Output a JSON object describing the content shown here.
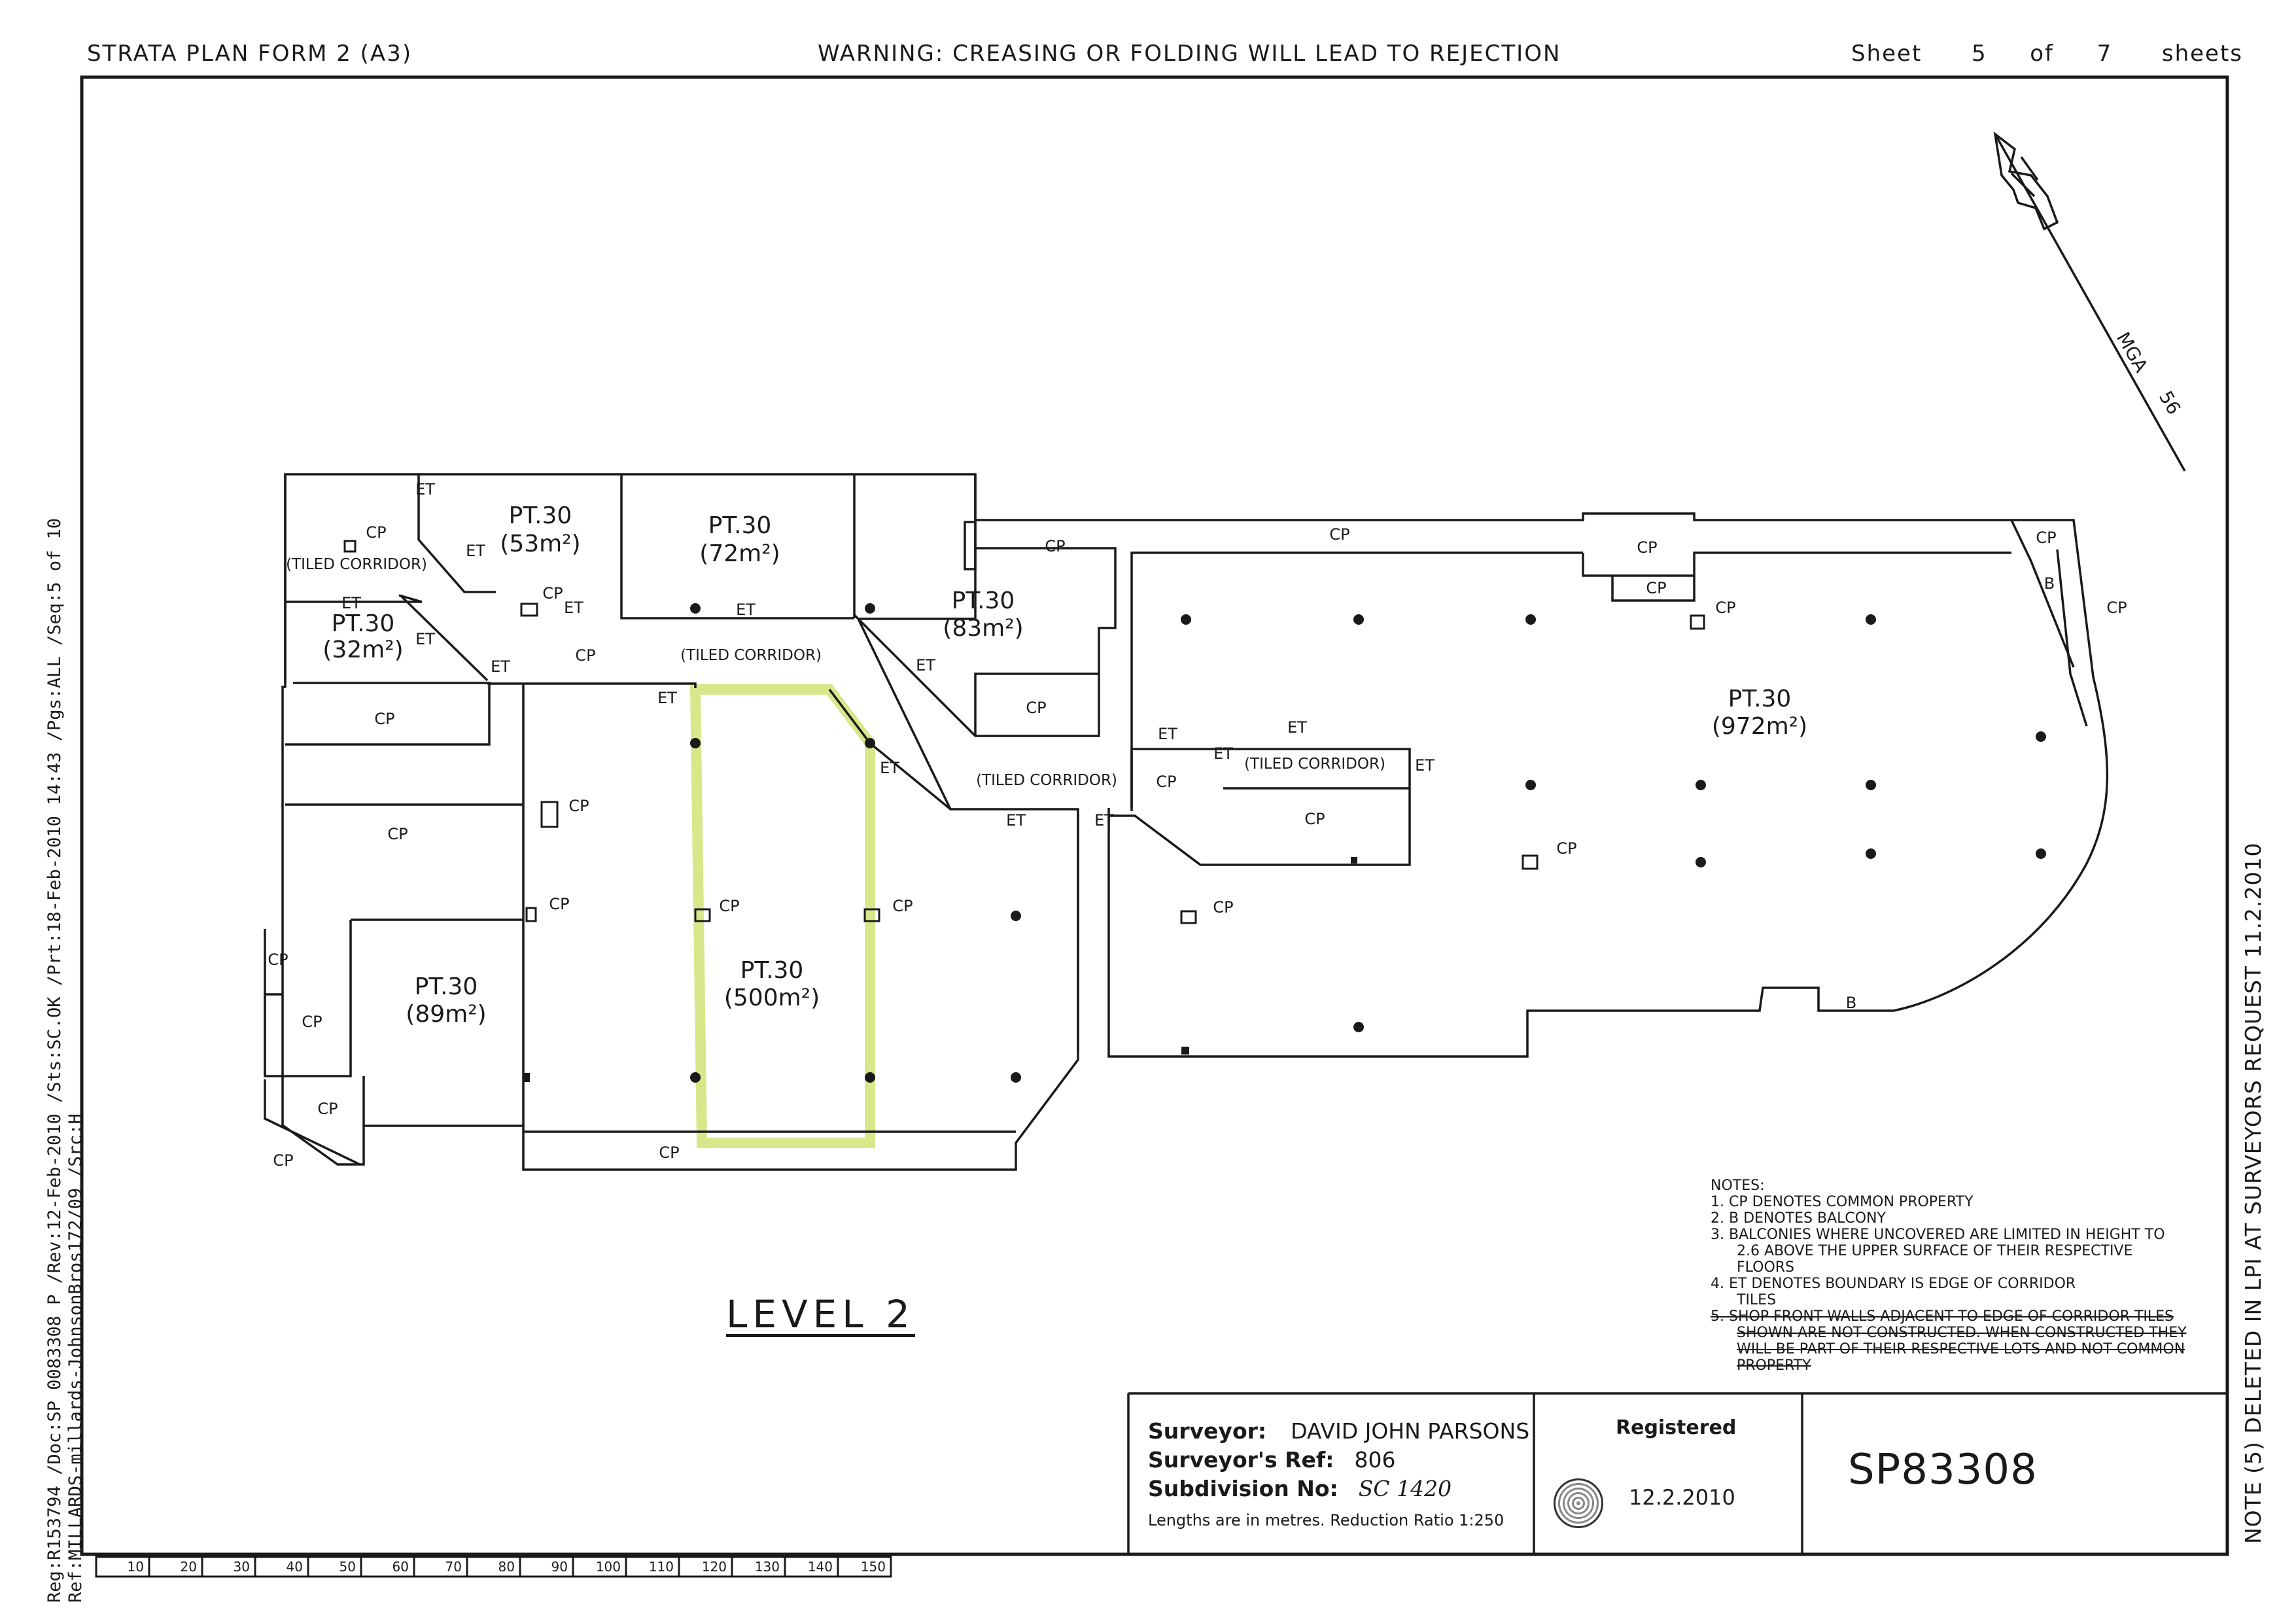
{
  "header": {
    "form": "STRATA PLAN FORM 2 (A3)",
    "warning": "WARNING: CREASING OR FOLDING WILL LEAD TO REJECTION",
    "sheet_label": "Sheet",
    "sheet_no": "5",
    "of_label": "of",
    "sheet_total": "7",
    "sheets_label": "sheets"
  },
  "side_left": {
    "line1": "Reg:R153794 /Doc:SP 0083308 P /Rev:12-Feb-2010 /Sts:SC.OK /Prt:18-Feb-2010 14:43 /Pgs:ALL /Seq:5 of 10",
    "line2": "Ref:MILLARDS-millards-JohnsonBros172/09 /Src:H"
  },
  "side_right": "NOTE (5) DELETED IN LPI AT SURVEYORS REQUEST 11.2.2010",
  "north": {
    "label": "MGA",
    "zone": "56"
  },
  "plan_labels": {
    "cp": "CP",
    "et": "ET",
    "b": "B",
    "tiled_corridor": "(TILED CORRIDOR)",
    "part": "PT.30",
    "area_53": "(53m²)",
    "area_72": "(72m²)",
    "area_32": "(32m²)",
    "area_83": "(83m²)",
    "area_972": "(972m²)",
    "area_89": "(89m²)",
    "area_500": "(500m²)"
  },
  "level_title": "LEVEL 2",
  "notes": {
    "heading": "NOTES:",
    "items": [
      "1. CP DENOTES COMMON PROPERTY",
      "2. B DENOTES BALCONY",
      "3. BALCONIES WHERE UNCOVERED ARE LIMITED IN HEIGHT TO 2.6 ABOVE THE UPPER SURFACE OF THEIR RESPECTIVE FLOORS",
      "4. ET DENOTES BOUNDARY IS EDGE OF CORRIDOR TILES"
    ],
    "struck": "5. SHOP FRONT WALLS ADJACENT TO EDGE OF CORRIDOR TILES SHOWN ARE NOT CONSTRUCTED. WHEN CONSTRUCTED THEY WILL BE PART OF THEIR RESPECTIVE LOTS AND NOT COMMON PROPERTY"
  },
  "title_block": {
    "surveyor_label": "Surveyor:",
    "surveyor": "DAVID JOHN PARSONS",
    "ref_label": "Surveyor's Ref:",
    "ref": "806",
    "subdivision_label": "Subdivision No:",
    "subdivision": "SC 1420",
    "lengths": "Lengths are in metres. Reduction Ratio 1:250",
    "registered_label": "Registered",
    "registered_date": "12.2.2010",
    "plan_number": "SP83308"
  },
  "scale_bar": [
    "10",
    "20",
    "30",
    "40",
    "50",
    "60",
    "70",
    "80",
    "90",
    "100",
    "110",
    "120",
    "130",
    "140",
    "150"
  ],
  "colors": {
    "ink": "#1a1a1a",
    "highlight": "#d6e88a"
  }
}
